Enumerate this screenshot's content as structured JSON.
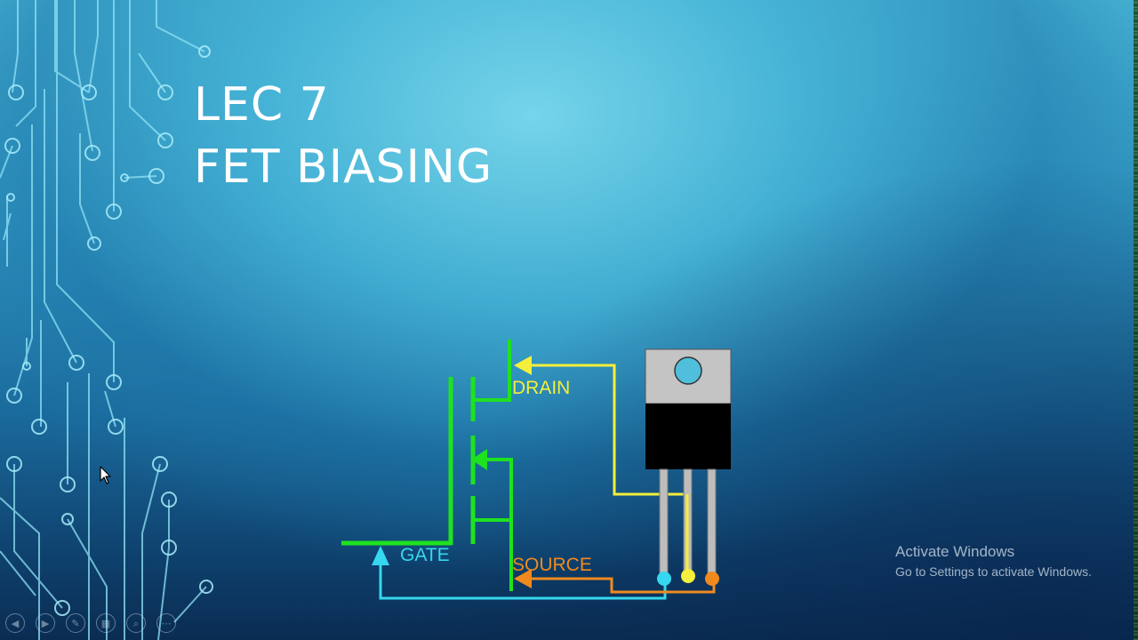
{
  "slide": {
    "title_line_1": "LEC 7",
    "title_line_2": "FET BIASING"
  },
  "diagram": {
    "drain_label": "DRAIN",
    "source_label": "SOURCE",
    "gate_label": "GATE",
    "colors": {
      "gate": "#35d8ee",
      "drain": "#f4ef3a",
      "source": "#f08a1e",
      "symbol": "#1fe21f",
      "package_tab": "#c4c4c4",
      "package_body": "#000000"
    }
  },
  "watermark": {
    "title": "Activate Windows",
    "subtitle": "Go to Settings to activate Windows."
  },
  "toolbar": {
    "buttons": [
      {
        "icon": "previous-icon",
        "glyph": "◀"
      },
      {
        "icon": "next-icon",
        "glyph": "▶"
      },
      {
        "icon": "pen-icon",
        "glyph": "✎"
      },
      {
        "icon": "slides-grid-icon",
        "glyph": "▦"
      },
      {
        "icon": "zoom-icon",
        "glyph": "⌕"
      },
      {
        "icon": "more-options-icon",
        "glyph": "⋯"
      }
    ]
  }
}
